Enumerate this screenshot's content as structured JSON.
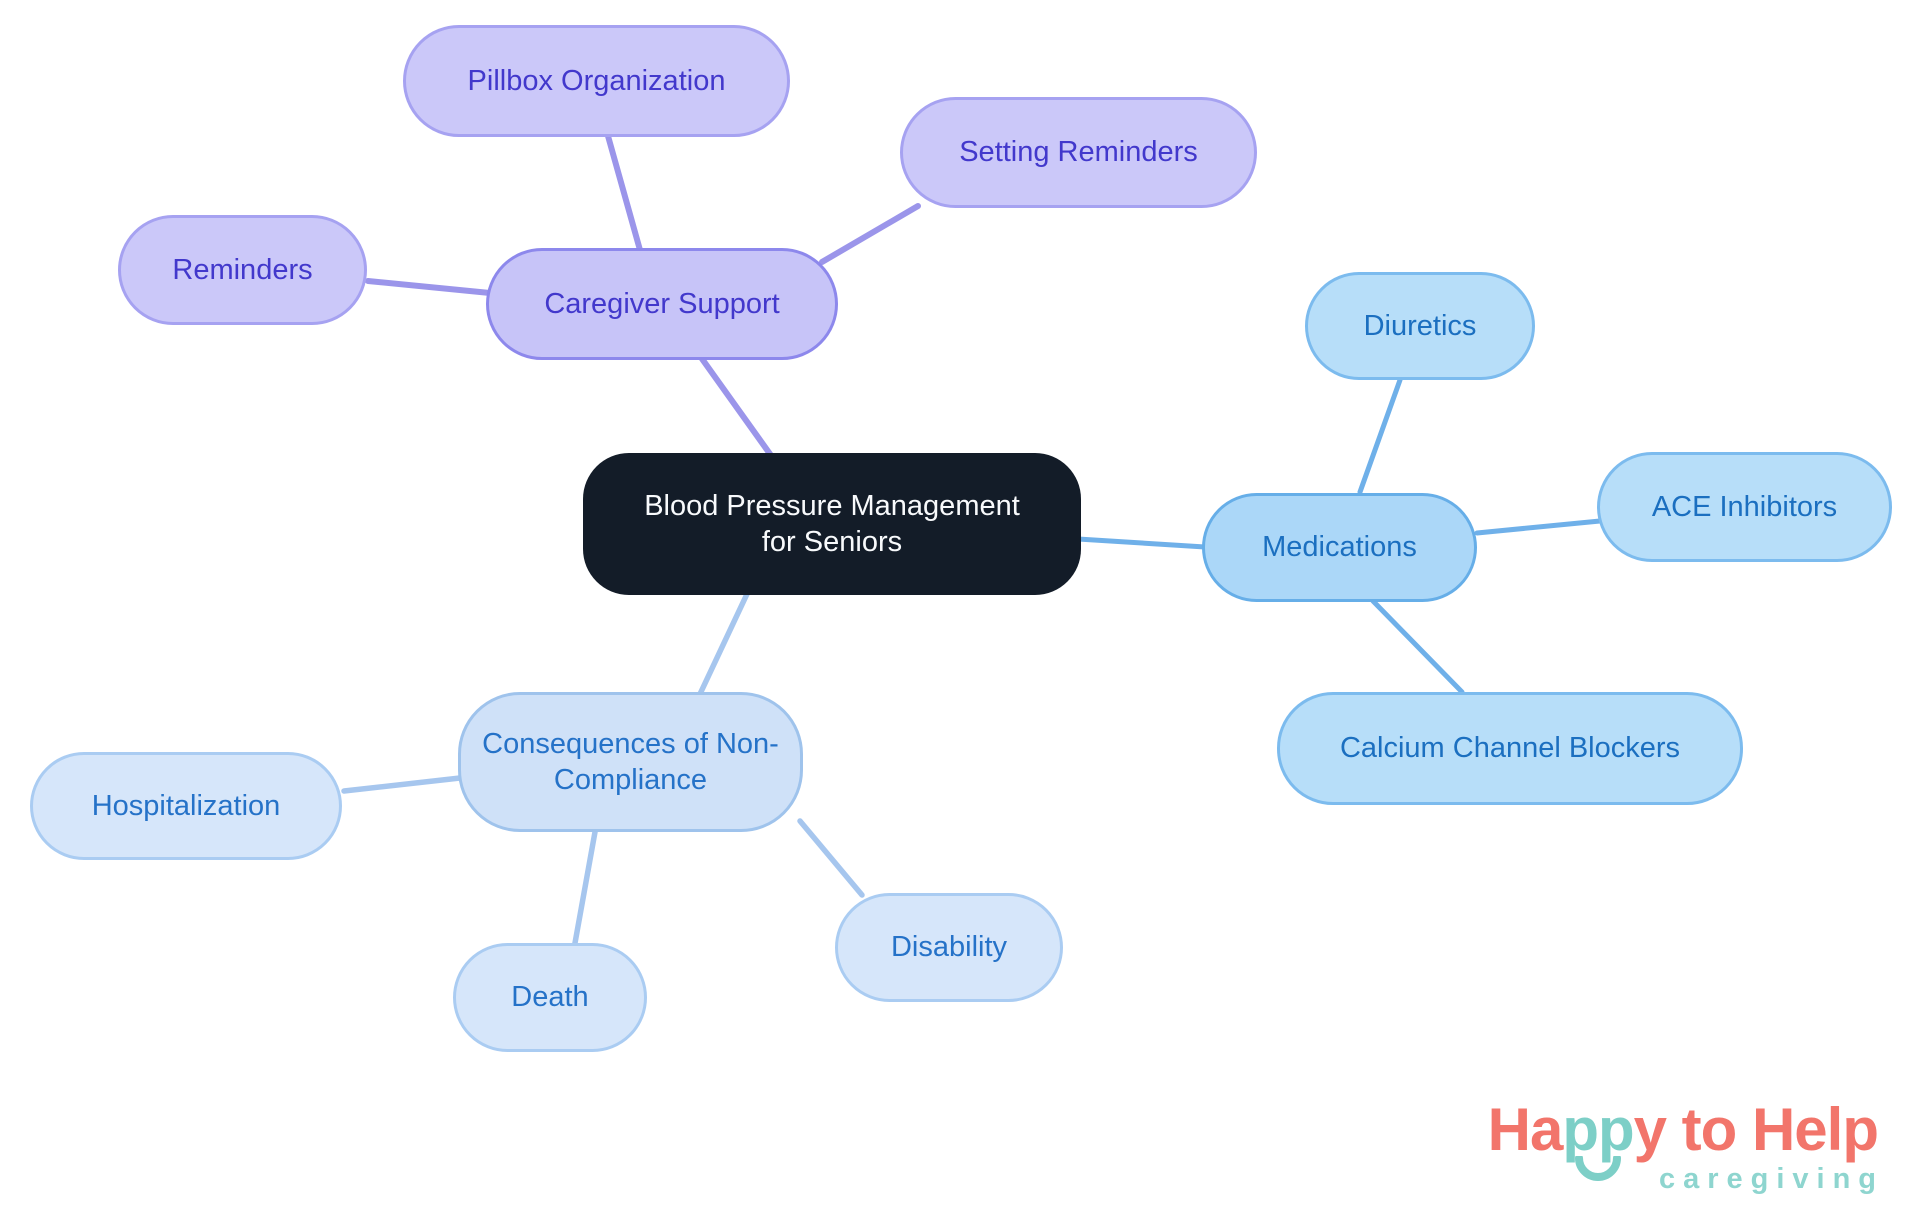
{
  "mindmap": {
    "root": {
      "label": "Blood Pressure Management for Seniors"
    },
    "branches": [
      {
        "id": "caregiver-support",
        "label": "Caregiver Support",
        "children": [
          {
            "id": "pillbox-organization",
            "label": "Pillbox Organization"
          },
          {
            "id": "setting-reminders",
            "label": "Setting Reminders"
          },
          {
            "id": "reminders",
            "label": "Reminders"
          }
        ]
      },
      {
        "id": "medications",
        "label": "Medications",
        "children": [
          {
            "id": "diuretics",
            "label": "Diuretics"
          },
          {
            "id": "ace-inhibitors",
            "label": "ACE Inhibitors"
          },
          {
            "id": "calcium-channel-blockers",
            "label": "Calcium Channel Blockers"
          }
        ]
      },
      {
        "id": "consequences-of-non-compliance",
        "label": "Consequences of Non-Compliance",
        "children": [
          {
            "id": "hospitalization",
            "label": "Hospitalization"
          },
          {
            "id": "death",
            "label": "Death"
          },
          {
            "id": "disability",
            "label": "Disability"
          }
        ]
      }
    ]
  },
  "logo": {
    "segments": [
      {
        "text": "Ha"
      },
      {
        "text": "pp"
      },
      {
        "text": "y to Help"
      }
    ],
    "tagline": "caregiving",
    "smile_icon": "smile-icon"
  },
  "colors": {
    "edgePurple": "#9B95EA",
    "edgeBlue": "#6FB0E9",
    "edgeLight": "#A6C6EE",
    "purpleFill": "#C7C4F8",
    "purpleChildFill": "#CBC8F9",
    "purpleBorder": "#8D88EC",
    "purpleChildBorder": "#A6A2F1",
    "purpleText": "#4238CC",
    "blueFill": "#ABD7F8",
    "blueChildFill": "#B7DEF9",
    "blueBorder": "#66AEE8",
    "blueChildBorder": "#7CBBEE",
    "blueText": "#1B6FC0",
    "lightFill": "#CFE1F8",
    "lightChildFill": "#D6E6FA",
    "lightBorder": "#9FC3EC",
    "lightChildBorder": "#AACCF2",
    "lightText": "#2572C8",
    "rootFill": "#131C28",
    "rootText": "#F8FAFC",
    "logoCoral": "#F2756B",
    "logoTeal": "#7DCFC7",
    "logoTealLight": "#8ED5CF"
  }
}
